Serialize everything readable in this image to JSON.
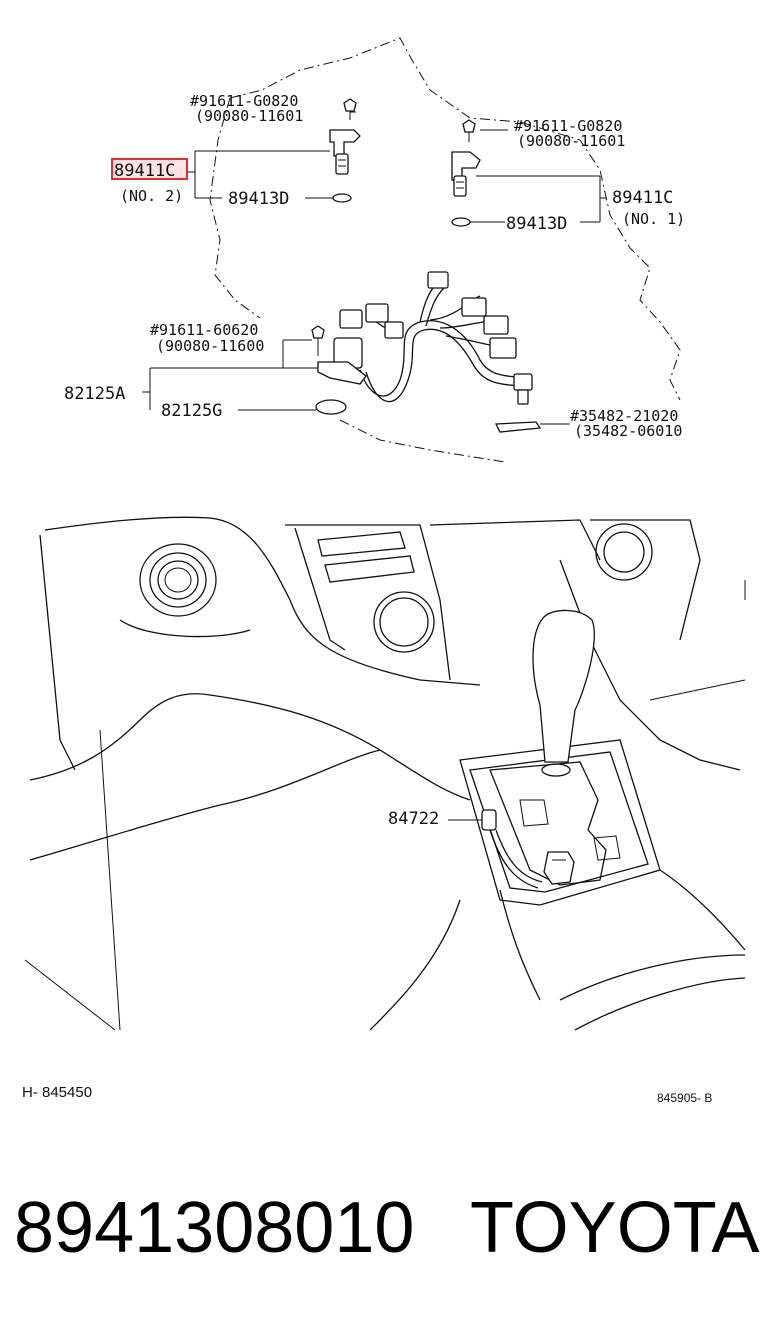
{
  "labels": {
    "bolt_top_left": "#91611-G0820",
    "bolt_top_left_alt": "(90080-11601",
    "sensor_no2_code": "89411C",
    "sensor_no2_name": "(NO. 2)",
    "oring_left": "89413D",
    "bolt_top_right": "#91611-G0820",
    "bolt_top_right_alt": "(90080-11601",
    "sensor_no1_code": "89411C",
    "sensor_no1_name": "(NO. 1)",
    "oring_right": "89413D",
    "bolt_mid": "#91611-60620",
    "bolt_mid_alt": "(90080-11600",
    "harness": "82125A",
    "grommet": "82125G",
    "clamp": "#35482-21020",
    "clamp_alt": "(35482-06010",
    "switch": "84722",
    "ref_left": "H- 845450",
    "ref_right": "845905- B"
  },
  "footer": {
    "part_number": "8941308010",
    "brand": "TOYOTA"
  },
  "colors": {
    "line": "#111111",
    "highlight": "#e03030",
    "highlight_fill": "#fbe3e3"
  }
}
